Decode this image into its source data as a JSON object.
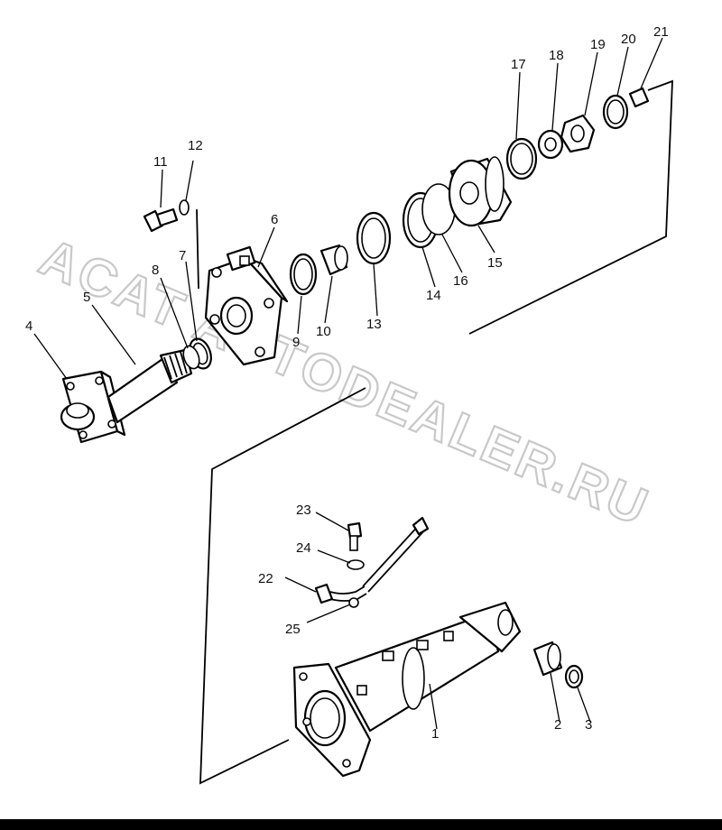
{
  "watermark": "ACAT AUTODEALER.RU",
  "callouts": {
    "c1": "1",
    "c2": "2",
    "c3": "3",
    "c4": "4",
    "c5": "5",
    "c6": "6",
    "c7": "7",
    "c8": "8",
    "c9": "9",
    "c10": "10",
    "c11": "11",
    "c12": "12",
    "c13": "13",
    "c14": "14",
    "c15": "15",
    "c16": "16",
    "c17": "17",
    "c18": "18",
    "c19": "19",
    "c20": "20",
    "c21": "21",
    "c22": "22",
    "c23": "23",
    "c24": "24",
    "c25": "25"
  }
}
